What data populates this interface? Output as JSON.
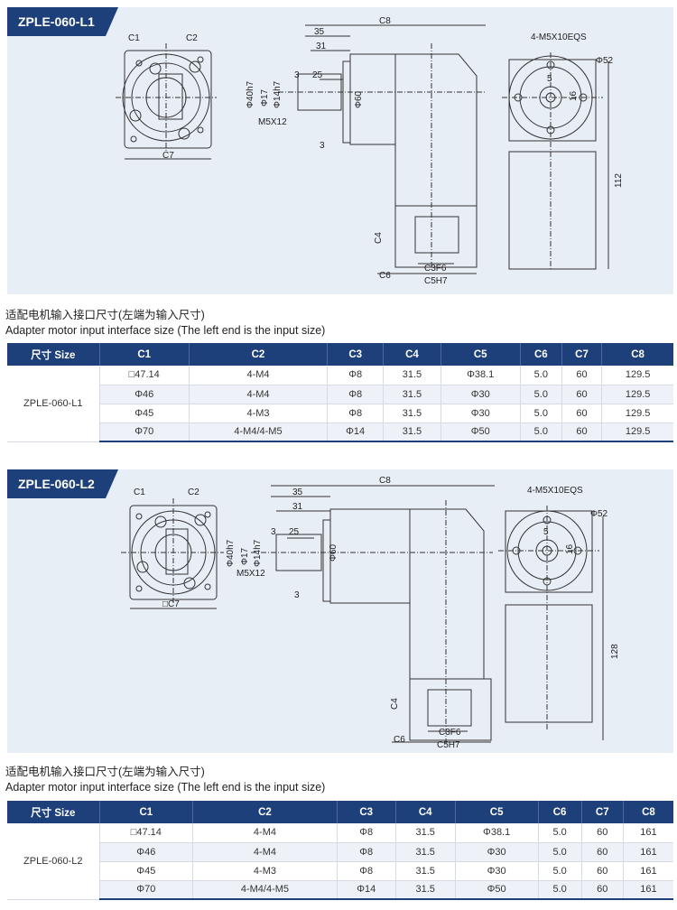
{
  "sections": [
    {
      "model_badge": "ZPLE-060-L1",
      "dims": {
        "c8": "C8",
        "d35": "35",
        "d31": "31",
        "d3a": "3",
        "d25": "25",
        "d40h7": "Φ40h7",
        "d17": "Φ17",
        "d14h7": "Φ14h7",
        "m5x12": "M5X12",
        "d60": "Φ60",
        "d3b": "3",
        "c1": "C1",
        "c2": "C2",
        "c7": "C7",
        "m5x10": "4-M5X10EQS",
        "d52": "Φ52",
        "d5": "5",
        "d16": "16",
        "height": "112",
        "c4": "C4",
        "c6": "C6",
        "c3f6": "C3F6",
        "c5h7": "C5H7"
      },
      "caption_cn": "适配电机输入接口尺寸(左端为输入尺寸)",
      "caption_en": "Adapter motor input interface size (The left end is the input size)",
      "table": {
        "headers": [
          "尺寸 Size",
          "C1",
          "C2",
          "C3",
          "C4",
          "C5",
          "C6",
          "C7",
          "C8"
        ],
        "model": "ZPLE-060-L1",
        "rows": [
          [
            "□47.14",
            "4-M4",
            "Φ8",
            "31.5",
            "Φ38.1",
            "5.0",
            "60",
            "129.5"
          ],
          [
            "Φ46",
            "4-M4",
            "Φ8",
            "31.5",
            "Φ30",
            "5.0",
            "60",
            "129.5"
          ],
          [
            "Φ45",
            "4-M3",
            "Φ8",
            "31.5",
            "Φ30",
            "5.0",
            "60",
            "129.5"
          ],
          [
            "Φ70",
            "4-M4/4-M5",
            "Φ14",
            "31.5",
            "Φ50",
            "5.0",
            "60",
            "129.5"
          ]
        ]
      }
    },
    {
      "model_badge": "ZPLE-060-L2",
      "dims": {
        "c8": "C8",
        "d35": "35",
        "d31": "31",
        "d3a": "3",
        "d25": "25",
        "d40h7": "Φ40h7",
        "d17": "Φ17",
        "d14h7": "Φ14h7",
        "m5x12": "M5X12",
        "d60": "Φ60",
        "d3b": "3",
        "c1": "C1",
        "c2": "C2",
        "c7": "□C7",
        "m5x10": "4-M5X10EQS",
        "d52": "Φ52",
        "d5": "5",
        "d16": "16",
        "height": "128",
        "c4": "C4",
        "c6": "C6",
        "c3f6": "C3F6",
        "c5h7": "C5H7"
      },
      "caption_cn": "适配电机输入接口尺寸(左端为输入尺寸)",
      "caption_en": "Adapter motor input interface size (The left end is the input size)",
      "table": {
        "headers": [
          "尺寸 Size",
          "C1",
          "C2",
          "C3",
          "C4",
          "C5",
          "C6",
          "C7",
          "C8"
        ],
        "model": "ZPLE-060-L2",
        "rows": [
          [
            "□47.14",
            "4-M4",
            "Φ8",
            "31.5",
            "Φ38.1",
            "5.0",
            "60",
            "161"
          ],
          [
            "Φ46",
            "4-M4",
            "Φ8",
            "31.5",
            "Φ30",
            "5.0",
            "60",
            "161"
          ],
          [
            "Φ45",
            "4-M3",
            "Φ8",
            "31.5",
            "Φ30",
            "5.0",
            "60",
            "161"
          ],
          [
            "Φ70",
            "4-M4/4-M5",
            "Φ14",
            "31.5",
            "Φ50",
            "5.0",
            "60",
            "161"
          ]
        ]
      }
    }
  ]
}
